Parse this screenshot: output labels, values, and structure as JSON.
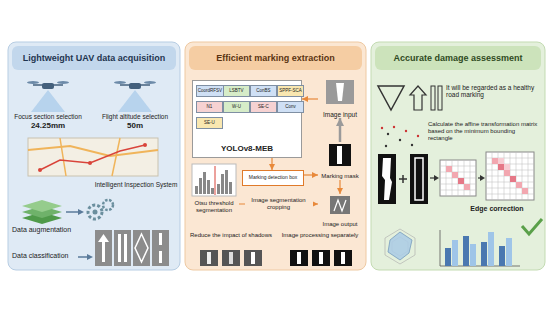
{
  "diagram": {
    "nodes": [
      {
        "text": [
          "Lightweight UAV data acquisition"
        ]
      },
      {
        "text": [
          "Efficient marking extraction"
        ]
      },
      {
        "text": [
          "YOLOv8-MEB"
        ],
        "in": 1
      },
      {
        "text": [
          "CoordRFSV"
        ],
        "in": 2
      },
      {
        "text": [
          "LSBTV"
        ],
        "in": 2
      },
      {
        "text": [
          "ConBS"
        ],
        "in": 2
      },
      {
        "text": [
          "SPPF-SCA"
        ],
        "in": 2
      },
      {
        "text": [
          "N1"
        ],
        "in": 2
      },
      {
        "text": [
          "W-U"
        ],
        "in": 2
      },
      {
        "text": [
          "SE-C"
        ],
        "in": 2
      },
      {
        "text": [
          "Conv"
        ],
        "in": 2
      },
      {
        "text": [
          "SE-U"
        ],
        "in": 2
      },
      {
        "text": [
          "Image input"
        ],
        "in": 1
      },
      {
        "text": [
          "Marking mask"
        ],
        "in": 1
      },
      {
        "text": [
          "Marking detection box"
        ],
        "in": 1
      },
      {
        "text": [
          "Otsu threshold segmentation"
        ],
        "in": 1
      },
      {
        "text": [
          "Image output"
        ],
        "in": 1
      },
      {
        "text": [
          "Accurate damage assessment"
        ]
      }
    ],
    "edges": [
      {
        "from": 12,
        "to": 2,
        "arrow": "to"
      },
      {
        "from": 2,
        "to": 14,
        "arrow": "to"
      },
      {
        "from": 14,
        "to": 13,
        "arrow": "to"
      },
      {
        "from": 13,
        "to": 12,
        "arrow": "to"
      },
      {
        "from": 13,
        "to": 16,
        "arrow": "to"
      },
      {
        "from": 15,
        "to": 16,
        "label": "Image segmentation cropping",
        "arrow": "to"
      }
    ],
    "labels": [
      "Focus section selection",
      "24.25mm",
      "Flight altitude selection",
      "50m",
      "Intelligent Inspection System",
      "Data augmentation",
      "Data classification",
      "Reduce the impact of shadows",
      "Image processing separately",
      "It will be regarded as a healthy road marking",
      "Calculate the affine transformation matrix based on the minimum bounding rectangle",
      "Edge correction"
    ]
  }
}
